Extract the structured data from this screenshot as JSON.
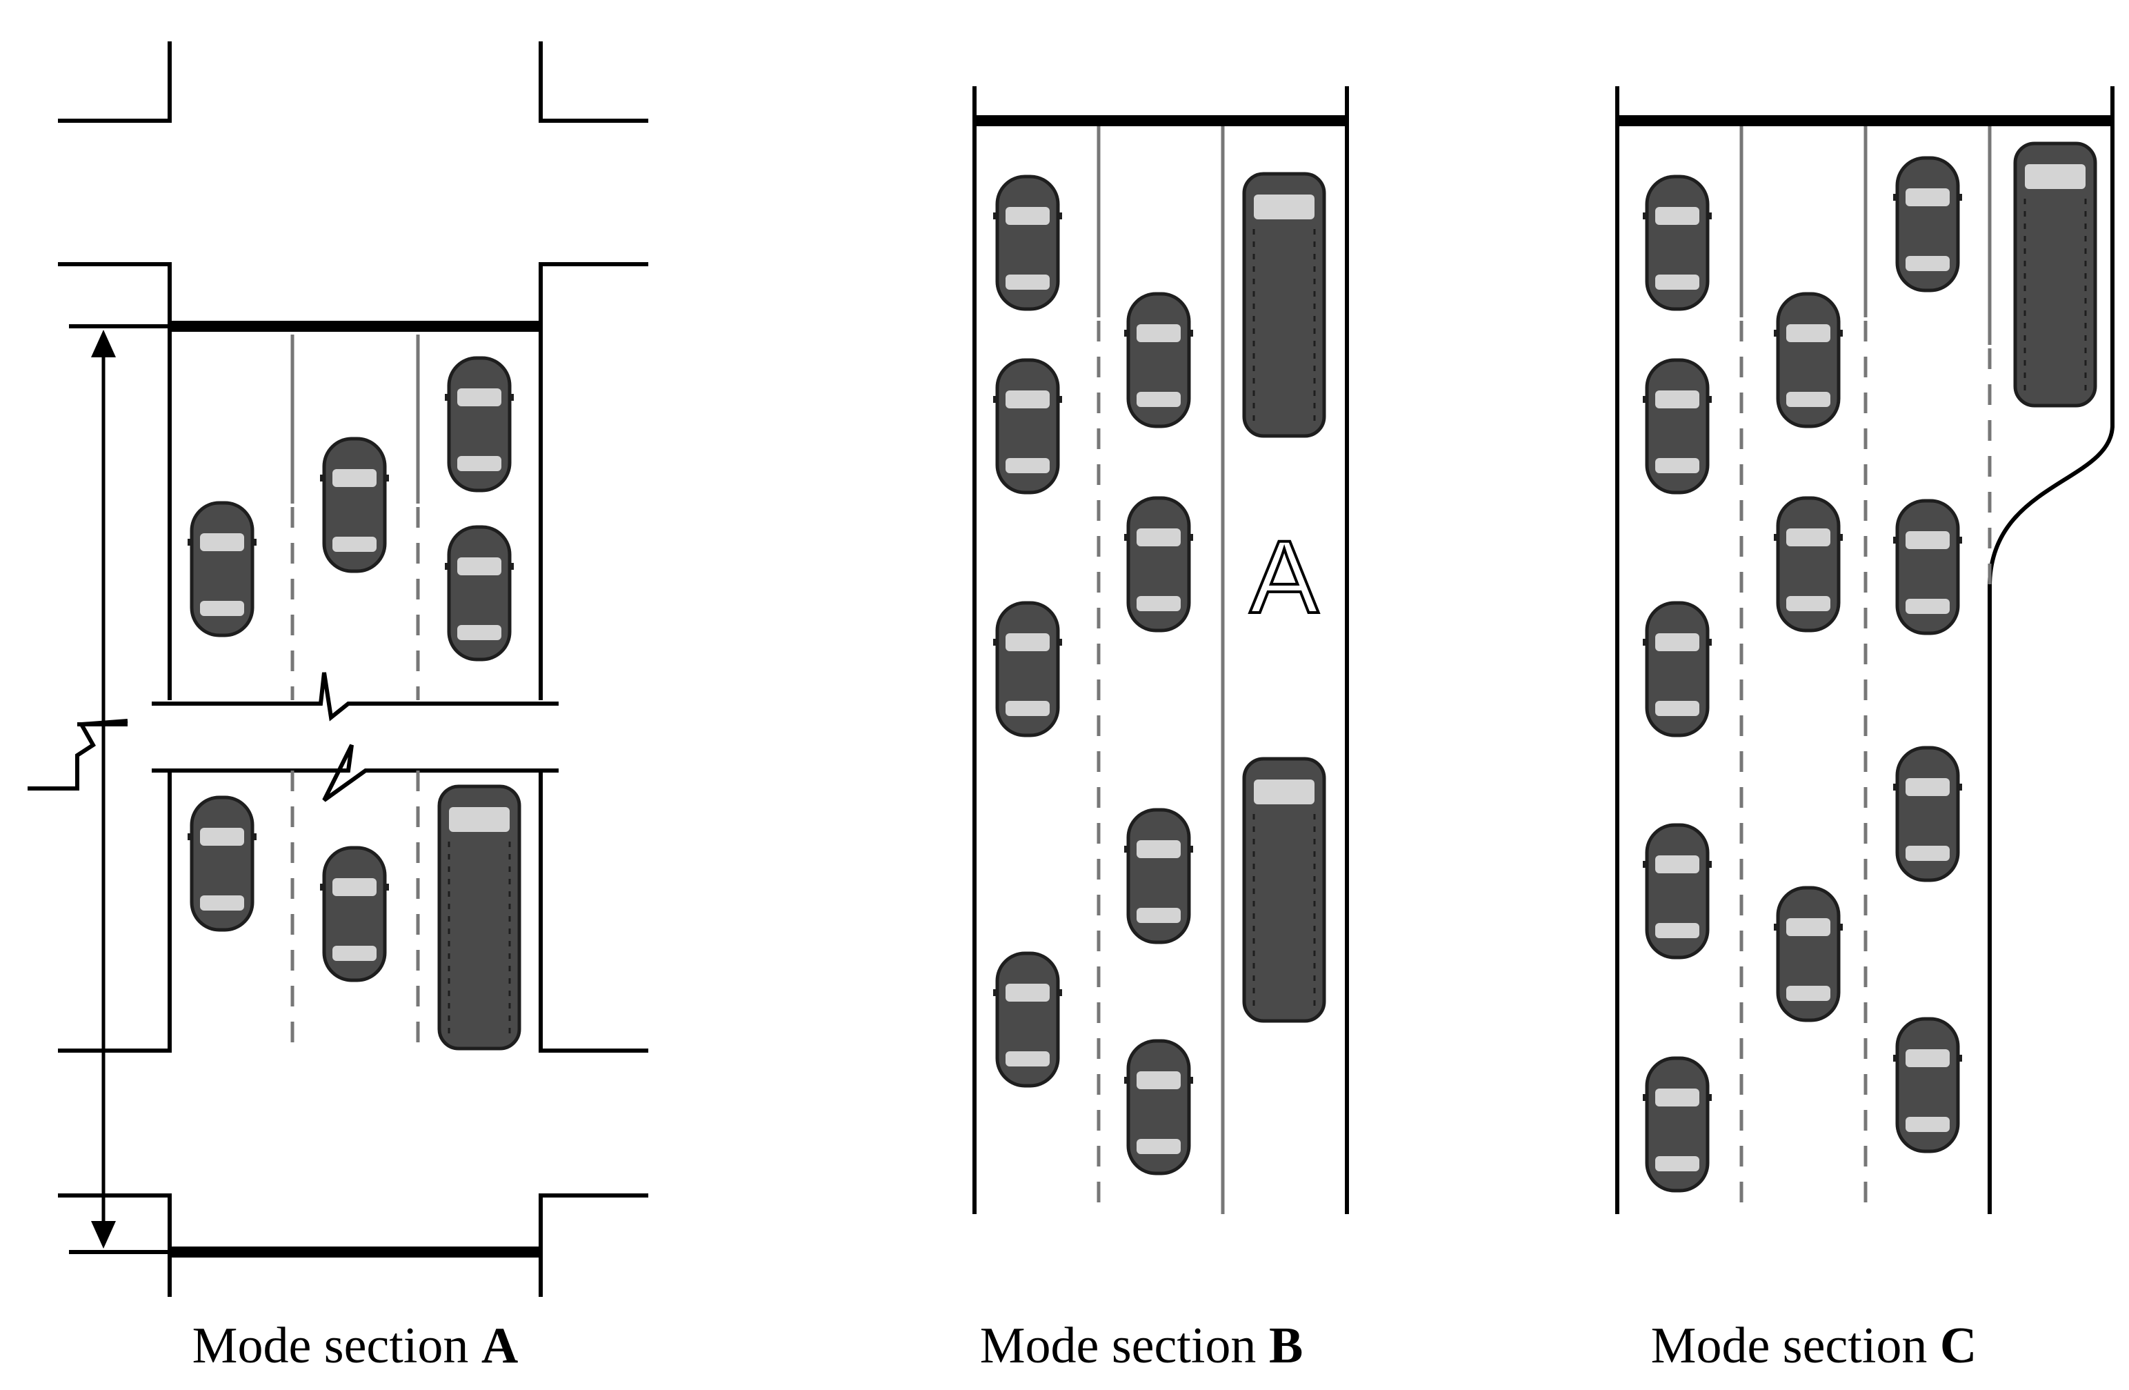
{
  "sections": [
    {
      "caption_prefix": "Mode section ",
      "caption_letter": "A"
    },
    {
      "caption_prefix": "Mode section ",
      "caption_letter": "B",
      "lane_marking": "A"
    },
    {
      "caption_prefix": "Mode section ",
      "caption_letter": "C"
    }
  ],
  "colors": {
    "vehicle_body": "#4a4a4a",
    "vehicle_glass": "#d4d4d4",
    "vehicle_outline": "#1e1e1e",
    "lane_line": "#777777",
    "edge_line": "#000000"
  },
  "icons": [
    "car-icon",
    "bus-icon"
  ]
}
